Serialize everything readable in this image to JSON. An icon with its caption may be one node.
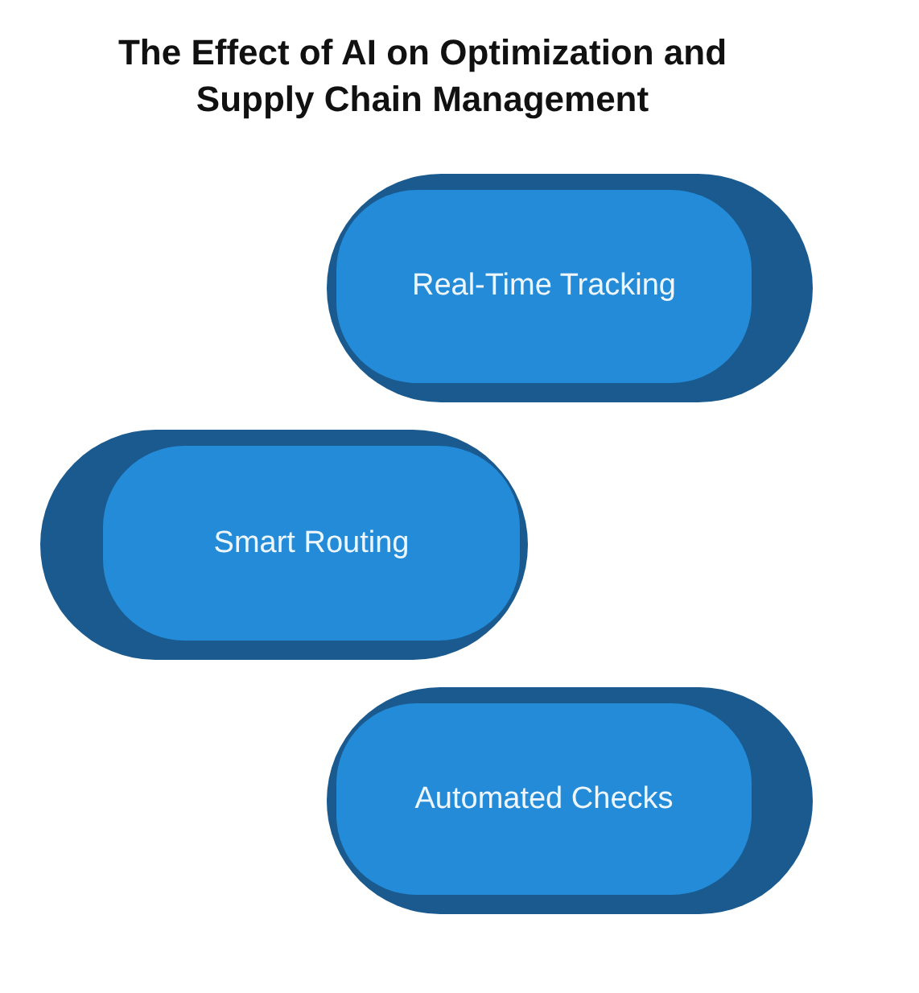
{
  "diagram": {
    "title": "The Effect of AI on Optimization and Supply Chain Management",
    "nodes": [
      {
        "text": [
          "Real-Time Tracking"
        ]
      },
      {
        "text": [
          "Smart Routing"
        ]
      },
      {
        "text": [
          "Automated Checks"
        ]
      }
    ]
  }
}
